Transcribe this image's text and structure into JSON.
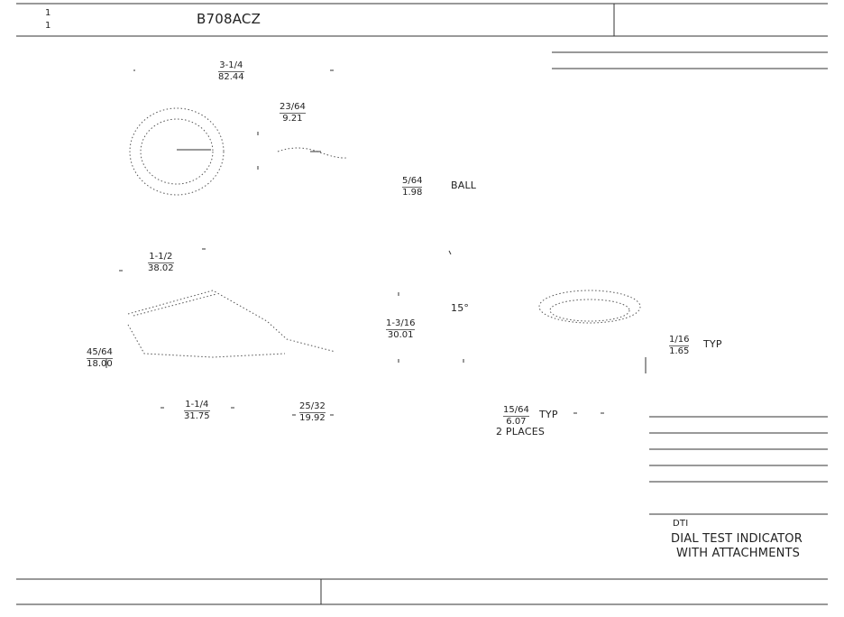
{
  "title_block": {
    "sheet_top": "1",
    "sheet_bottom": "1",
    "part_number": "B708ACZ"
  },
  "dimensions": {
    "overall_length": {
      "inch": "3-1/4",
      "mm": "82.44"
    },
    "head_offset": {
      "inch": "23/64",
      "mm": "9.21"
    },
    "ball_dia": {
      "inch": "5/64",
      "mm": "1.98",
      "note": "BALL"
    },
    "arm_length": {
      "inch": "1-1/2",
      "mm": "38.02"
    },
    "arm_height": {
      "inch": "45/64",
      "mm": "18.00"
    },
    "base_length": {
      "inch": "1-1/4",
      "mm": "31.75"
    },
    "stem_length": {
      "inch": "25/32",
      "mm": "19.92"
    },
    "angle": "15°",
    "body_length": {
      "inch": "1-3/16",
      "mm": "30.01"
    },
    "ring_thickness": {
      "inch": "1/16",
      "mm": "1.65",
      "note": "TYP"
    },
    "hole_size": {
      "inch": "15/64",
      "mm": "6.07",
      "note": "TYP",
      "qty": "2 PLACES"
    }
  },
  "description": {
    "tag": "DTI",
    "line1": "DIAL TEST INDICATOR",
    "line2": "WITH ATTACHMENTS"
  }
}
